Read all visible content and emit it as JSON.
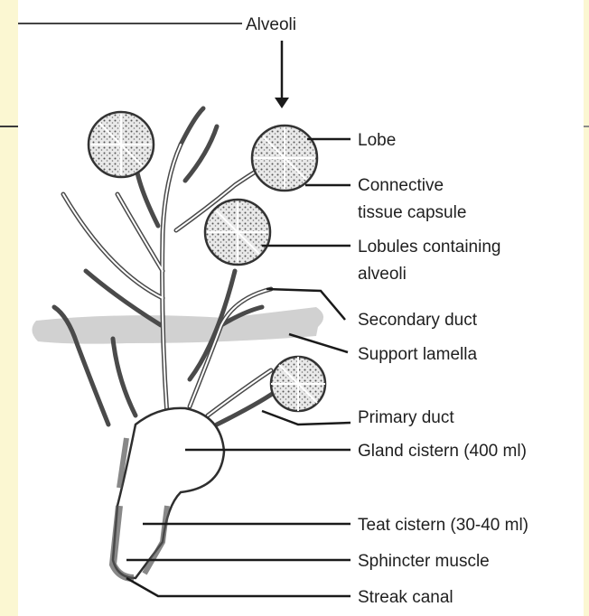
{
  "labels": {
    "alveoli": "Alveoli",
    "lobe": "Lobe",
    "connective_1": "Connective",
    "connective_2": "tissue capsule",
    "lobules_1": "Lobules containing",
    "lobules_2": "alveoli",
    "secondary_duct": "Secondary duct",
    "support_lamella": "Support lamella",
    "primary_duct": "Primary duct",
    "gland_cistern": "Gland cistern (400 ml)",
    "teat_cistern": "Teat cistern (30-40 ml)",
    "sphincter": "Sphincter muscle",
    "streak_canal": "Streak canal"
  }
}
